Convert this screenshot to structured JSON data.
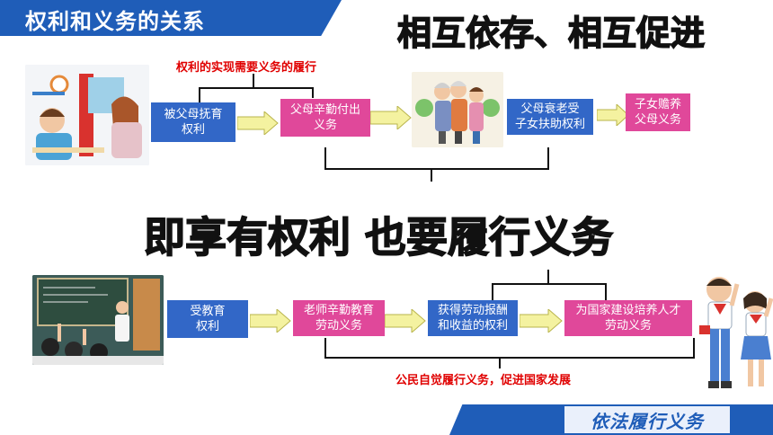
{
  "header": {
    "title": "权利和义务的关系",
    "headline_top": "相互依存、相互促进",
    "headline_middle": "即享有权利 也要履行义务"
  },
  "row1": {
    "note": "权利的实现需要义务的履行",
    "boxes": [
      "被父母抚育\n权利",
      "父母辛勤付出\n义务",
      "父母衰老受\n子女扶助权利",
      "子女赡养\n父母义务"
    ]
  },
  "row2": {
    "note": "公民自觉履行义务，促进国家发展",
    "boxes": [
      "受教育\n权利",
      "老师辛勤教育\n劳动义务",
      "获得劳动报酬\n和收益的权利",
      "为国家建设培养人才\n劳动义务"
    ]
  },
  "footer": {
    "label": "依法履行义务"
  },
  "colors": {
    "banner": "#1f5db8",
    "blue_box": "#3267c7",
    "pink_box": "#e0489a",
    "arrow": "#f4f2a0",
    "note": "#e00000"
  }
}
